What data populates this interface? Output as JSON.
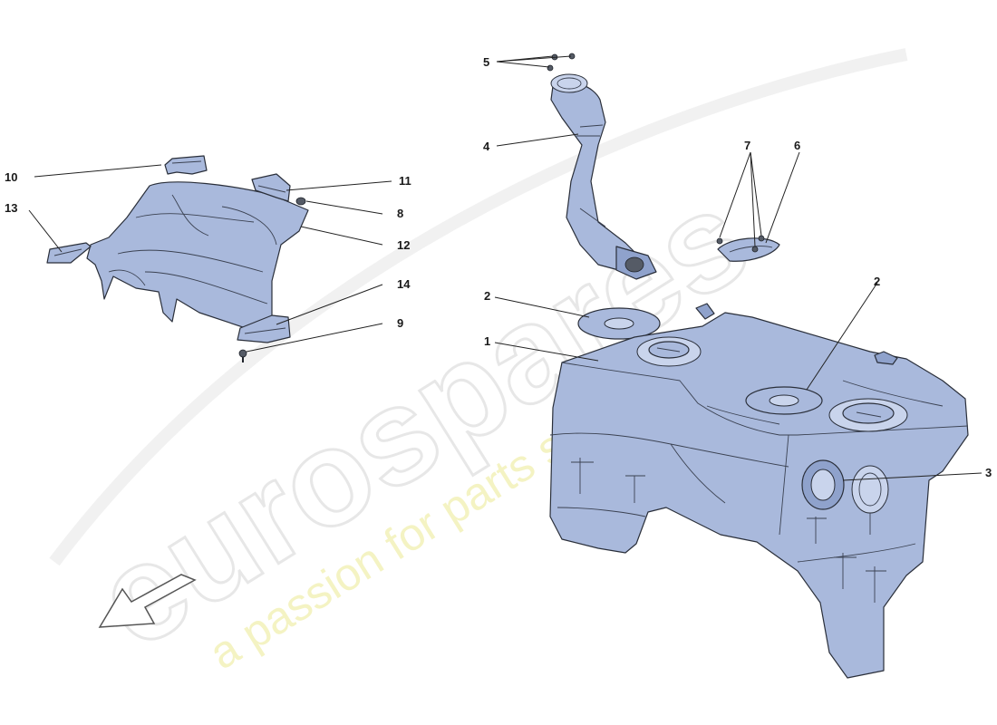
{
  "watermark": {
    "brand": "eurospares",
    "tagline": "a passion for parts since 1985"
  },
  "callouts": {
    "c1": "1",
    "c2a": "2",
    "c2b": "2",
    "c3": "3",
    "c4": "4",
    "c5": "5",
    "c6": "6",
    "c7": "7",
    "c8": "8",
    "c9": "9",
    "c10": "10",
    "c11": "11",
    "c12": "12",
    "c13": "13",
    "c14": "14"
  },
  "colors": {
    "part_fill": "#a9b9dc",
    "outline": "#2a2f3a",
    "watermark_tagline": "#f1efb0"
  }
}
